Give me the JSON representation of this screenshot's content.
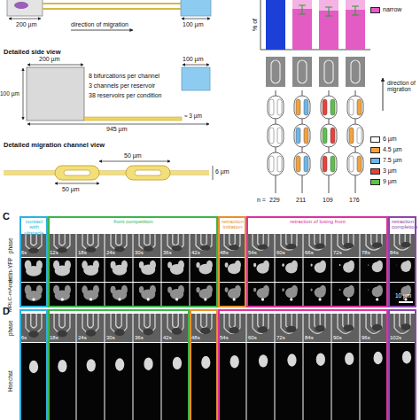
{
  "diagram": {
    "nodes": [
      {
        "text": [
          "contact with obstacle"
        ]
      },
      {
        "text": [
          "front competition"
        ]
      },
      {
        "text": [
          "retraction initiation"
        ]
      },
      {
        "text": [
          "retraction of losing front"
        ]
      },
      {
        "text": [
          "retraction completion"
        ]
      }
    ],
    "labels": [
      "200 µm",
      "direction of migration",
      "100 µm",
      "Detailed side view",
      "200 µm",
      "100 µm",
      "100 µm",
      "8 bifurcations per channel",
      "3 channels per reservoir",
      "38 reservoirs per condition",
      "945 µm",
      "≈ 3 µm",
      "Detailed migration channel view",
      "50 µm",
      "50 µm",
      "6 µm",
      "% of",
      "direction of migration",
      "n =",
      "229",
      "211",
      "109",
      "176",
      "C",
      "phase",
      "actin-YFP",
      "MRLC-mApple",
      "6s",
      "12s",
      "18s",
      "24s",
      "30s",
      "36s",
      "42s",
      "48s",
      "54s",
      "60s",
      "66s",
      "72s",
      "78s",
      "84s",
      "10 µm",
      "D",
      "phase",
      "Hoechst",
      "6s",
      "18s",
      "24s",
      "30s",
      "36s",
      "42s",
      "48s",
      "54s",
      "60s",
      "72s",
      "84s",
      "90s",
      "96s",
      "102s"
    ],
    "legend": [
      {
        "text": "narrow",
        "color": "#e25cc4"
      },
      {
        "text": "6 µm",
        "color": "#ffffff"
      },
      {
        "text": "4.5 µm",
        "color": "#f2a23c"
      },
      {
        "text": "7.5 µm",
        "color": "#6cb6ea"
      },
      {
        "text": "3 µm",
        "color": "#e8413c"
      },
      {
        "text": "9 µm",
        "color": "#5fbf4b"
      }
    ]
  }
}
